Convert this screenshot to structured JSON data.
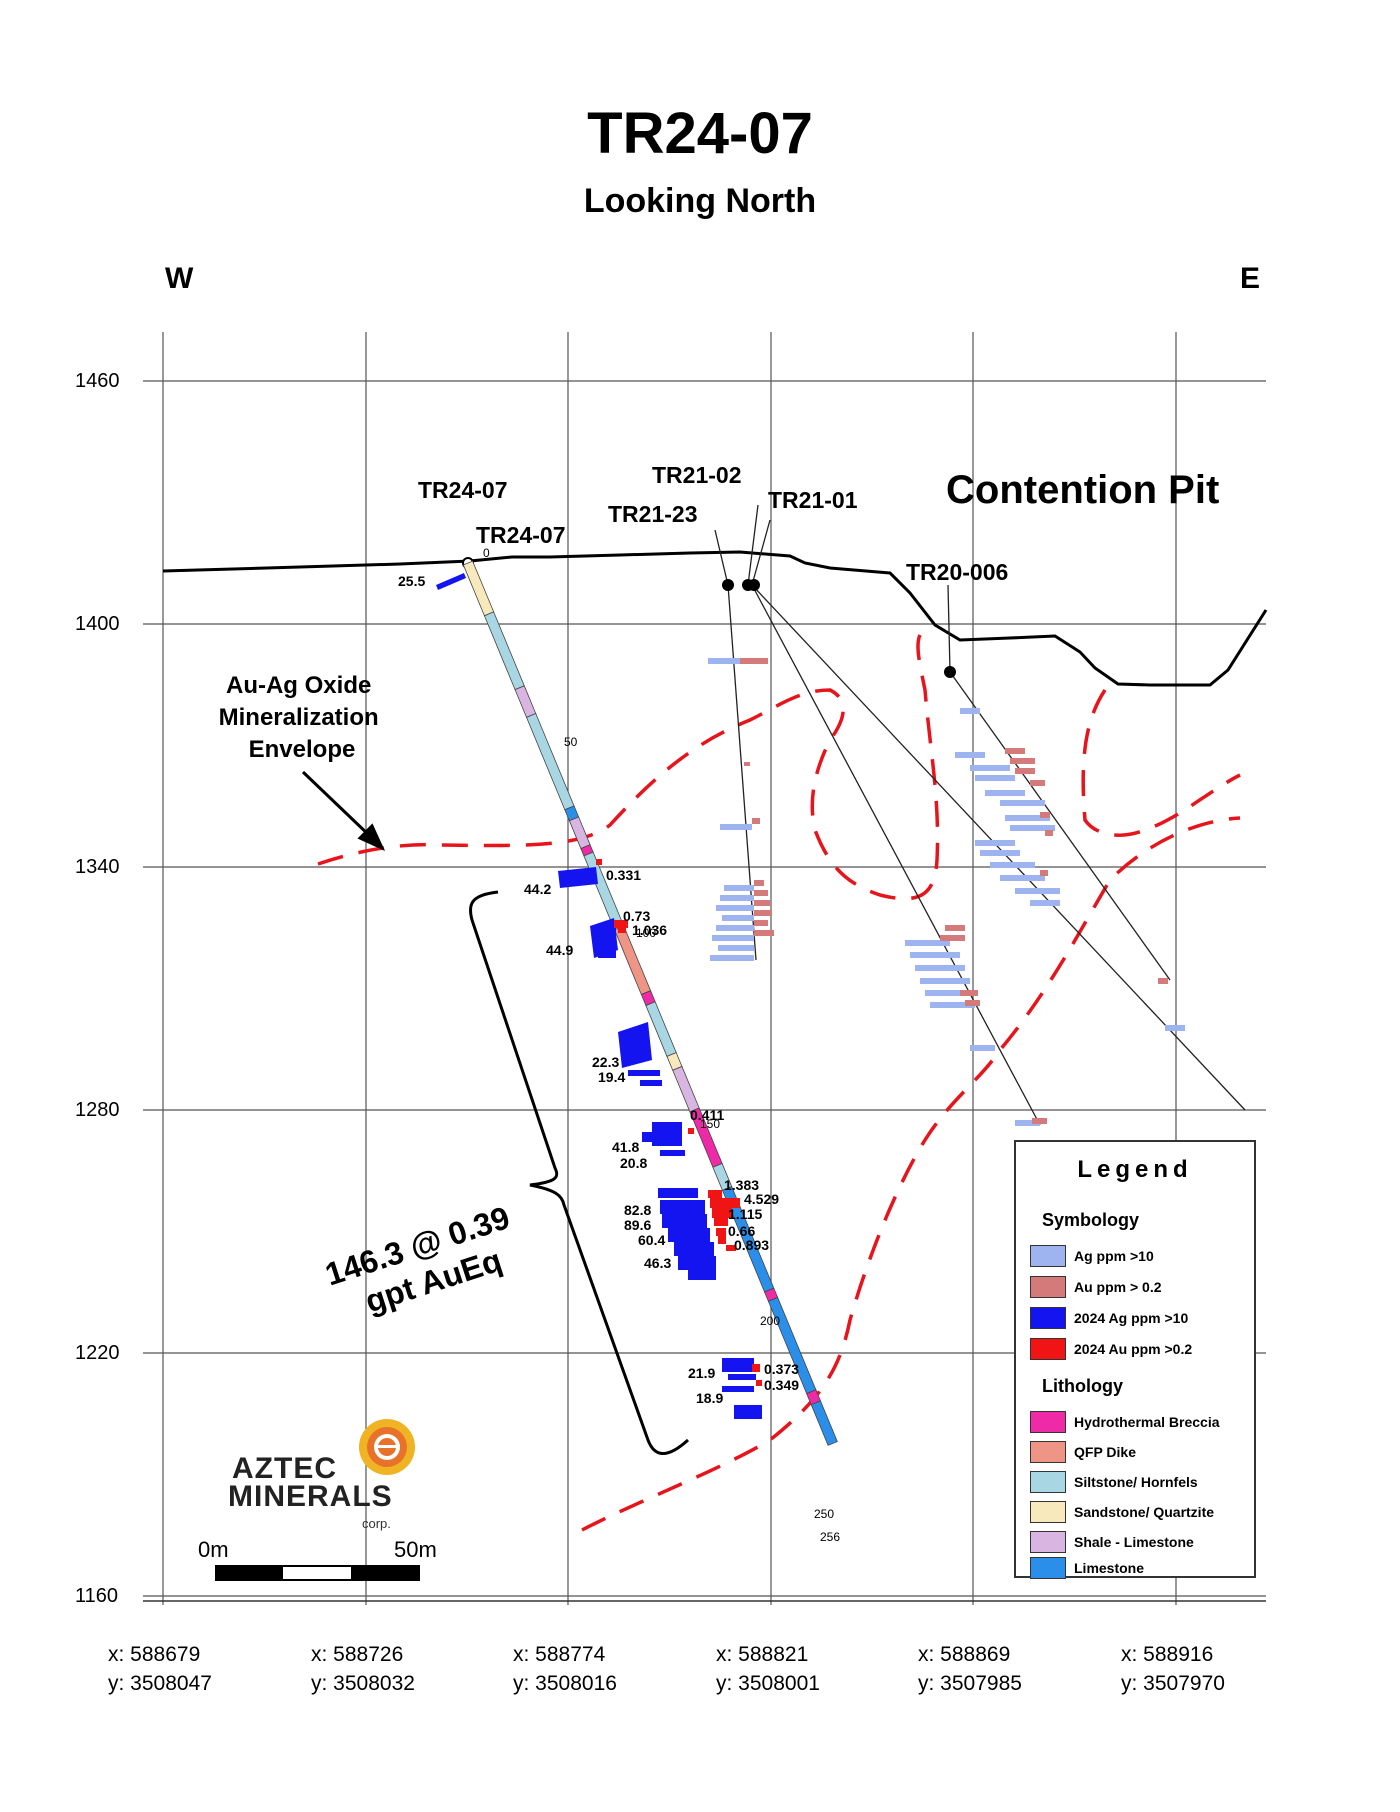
{
  "title": "TR24-07",
  "subtitle": "Looking North",
  "direction": {
    "west": "W",
    "east": "E"
  },
  "elevation_labels": [
    "1460",
    "1400",
    "1340",
    "1280",
    "1220",
    "1160"
  ],
  "coordinate_labels": [
    {
      "x": "x: 588679",
      "y": "y: 3508047"
    },
    {
      "x": "x: 588726",
      "y": "y: 3508032"
    },
    {
      "x": "x: 588774",
      "y": "y: 3508016"
    },
    {
      "x": "x: 588821",
      "y": "y: 3508001"
    },
    {
      "x": "x: 588869",
      "y": "y: 3507985"
    },
    {
      "x": "x: 588916",
      "y": "y: 3507970"
    }
  ],
  "drillholes": {
    "tr24_07_top": "TR24-07",
    "tr24_07_collar": "TR24-07",
    "tr21_02": "TR21-02",
    "tr21_23": "TR21-23",
    "tr21_01": "TR21-01",
    "tr20_006": "TR20-006"
  },
  "pit_label": "Contention Pit",
  "envelope_label": "Au-Ag Oxide\nMineralization\nEnvelope",
  "intercept_label": "146.3 @ 0.39\ngpt AuEq",
  "depth_ticks": [
    "0",
    "50",
    "100",
    "150",
    "200",
    "250",
    "256"
  ],
  "ag_values": [
    "25.5",
    "44.2",
    "44.9",
    "22.3",
    "19.4",
    "41.8",
    "20.8",
    "82.8",
    "89.6",
    "60.4",
    "46.3",
    "21.9",
    "18.9"
  ],
  "au_values": [
    "0.331",
    "0.73",
    "1.036",
    "0.411",
    "1.383",
    "4.529",
    "1.115",
    "0.66",
    "0.893",
    "0.373",
    "0.349"
  ],
  "legend": {
    "title": "Legend",
    "symbology_heading": "Symbology",
    "symbology": [
      {
        "label": "Ag ppm >10",
        "color": "#9db4f0"
      },
      {
        "label": "Au ppm > 0.2",
        "color": "#d47a7a"
      },
      {
        "label": "2024 Ag ppm >10",
        "color": "#1414f0"
      },
      {
        "label": "2024 Au ppm >0.2",
        "color": "#f01414"
      }
    ],
    "lithology_heading": "Lithology",
    "lithology": [
      {
        "label": "Hydrothermal Breccia",
        "color": "#ee2aa6"
      },
      {
        "label": "QFP Dike",
        "color": "#ef9585"
      },
      {
        "label": "Siltstone/ Hornfels",
        "color": "#a8d6e2"
      },
      {
        "label": "Sandstone/ Quartzite",
        "color": "#f8e9bd"
      },
      {
        "label": "Shale - Limestone",
        "color": "#d9b6e2"
      },
      {
        "label": "Limestone",
        "color": "#2b8fea"
      }
    ]
  },
  "logo": {
    "line1": "AZTEC",
    "line2": "MINERALS",
    "corp": "corp."
  },
  "scale_bar": {
    "start": "0m",
    "end": "50m"
  }
}
